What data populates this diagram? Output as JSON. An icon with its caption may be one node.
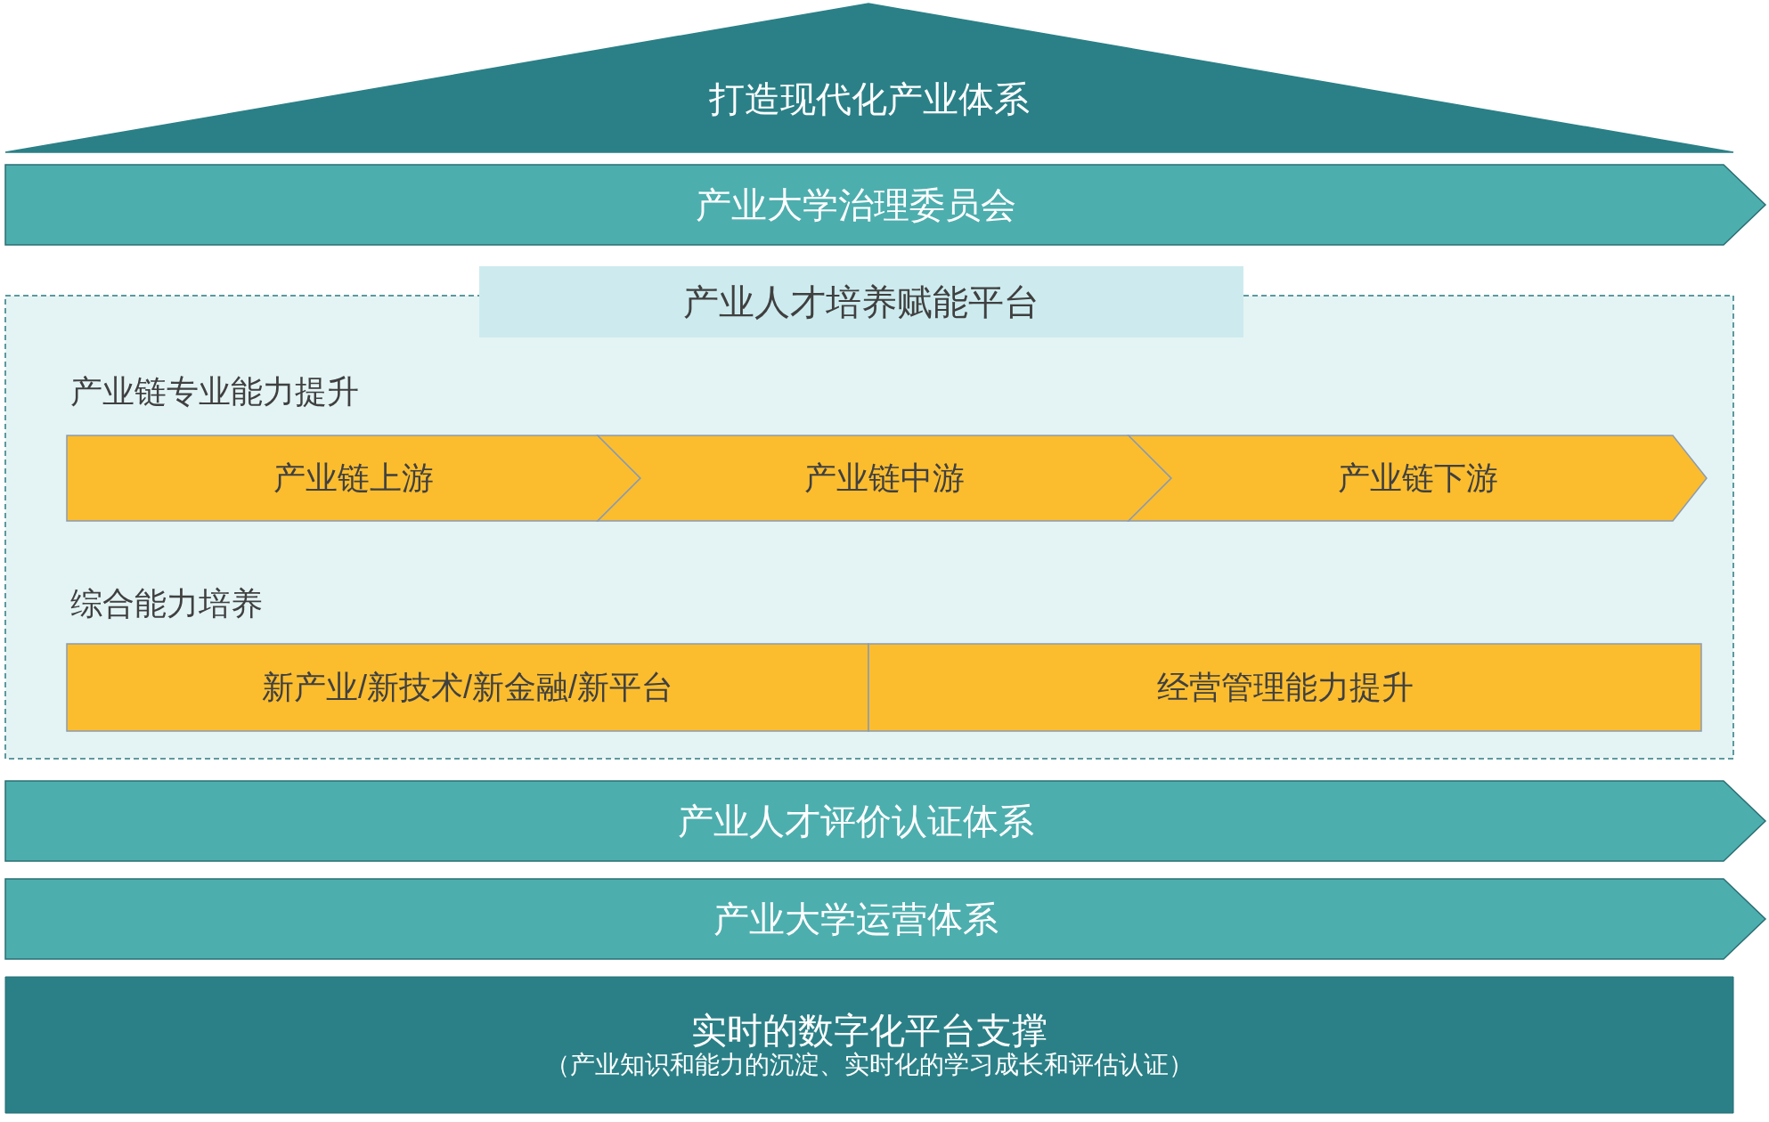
{
  "diagram": {
    "nodes": [
      {
        "text": [
          "打造现代化产业体系"
        ]
      },
      {
        "text": [
          "产业大学治理委员会"
        ]
      },
      {
        "text": [
          "产业人才培养赋能平台"
        ]
      },
      {
        "text": [
          "产业链上游"
        ],
        "in": 2
      },
      {
        "text": [
          "产业链中游"
        ],
        "in": 2
      },
      {
        "text": [
          "产业链下游"
        ],
        "in": 2
      },
      {
        "text": [
          "新产业/新技术/新金融/新平台"
        ],
        "in": 2
      },
      {
        "text": [
          "经营管理能力提升"
        ],
        "in": 2
      },
      {
        "text": [
          "产业人才评价认证体系"
        ]
      },
      {
        "text": [
          "产业大学运营体系"
        ]
      },
      {
        "text": [
          "实时的数字化平台支撑",
          "（产业知识和能力的沉淀、实时化的学习成长和评估认证）"
        ]
      }
    ],
    "labels": [
      "产业链专业能力提升",
      "综合能力培养"
    ]
  }
}
